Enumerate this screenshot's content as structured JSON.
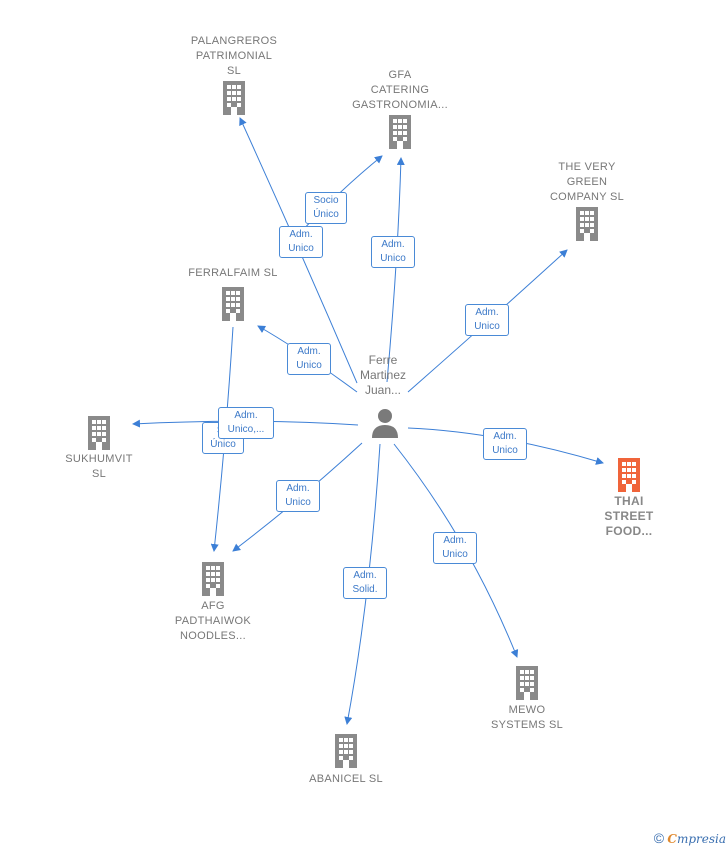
{
  "person": {
    "name": "Ferre\nMartinez\nJuan..."
  },
  "companies": {
    "palangreros": "PALANGREROS\nPATRIMONIAL\nSL",
    "gfa": "GFA\nCATERING\nGASTRONOMIA...",
    "very_green": "THE VERY\nGREEN\nCOMPANY SL",
    "ferralfaim": "FERRALFAIM SL",
    "sukhumvit": "SUKHUMVIT\nSL",
    "thai_street": "THAI\nSTREET\nFOOD...",
    "afg": "AFG\nPADTHAIWOK\nNOODLES...",
    "abanicel": "ABANICEL SL",
    "mewo": "MEWO\nSYSTEMS SL"
  },
  "edges": {
    "socio_unico_gfa": "Socio\nÚnico",
    "adm_palangreros": "Adm.\nUnico",
    "adm_gfa": "Adm.\nUnico",
    "adm_very_green": "Adm.\nUnico",
    "adm_ferralfaim": "Adm.\nUnico",
    "adm_sukhumvit": "Adm.\nUnico,...",
    "socio_afg": "So\nÚnico",
    "adm_thai": "Adm.\nUnico",
    "adm_afg": "Adm.\nUnico",
    "adm_solid_abanicel": "Adm.\nSolid.",
    "adm_mewo": "Adm.\nUnico"
  },
  "footer": {
    "copyright": "©",
    "brand_first": "C",
    "brand_rest": "mpresia"
  },
  "colors": {
    "edge": "#3c7fd6",
    "building": "#8a8a8a",
    "focus_building": "#f0643a"
  }
}
